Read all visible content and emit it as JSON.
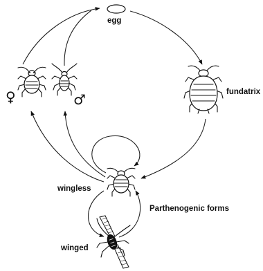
{
  "labels": {
    "egg": "egg",
    "fundatrix": "fundatrix",
    "wingless": "wingless",
    "winged": "winged",
    "parthenogenic": "Parthenogenic forms",
    "female_symbol": "♀",
    "male_symbol": "♂"
  },
  "icons": {
    "egg": "egg-oval",
    "female_aphid": "aphid-female-icon",
    "male_aphid": "aphid-male-icon",
    "fundatrix_aphid": "aphid-fundatrix-icon",
    "wingless_aphid": "aphid-wingless-icon",
    "winged_aphid": "aphid-winged-icon"
  },
  "colors": {
    "ink": "#111111",
    "background": "#ffffff"
  }
}
